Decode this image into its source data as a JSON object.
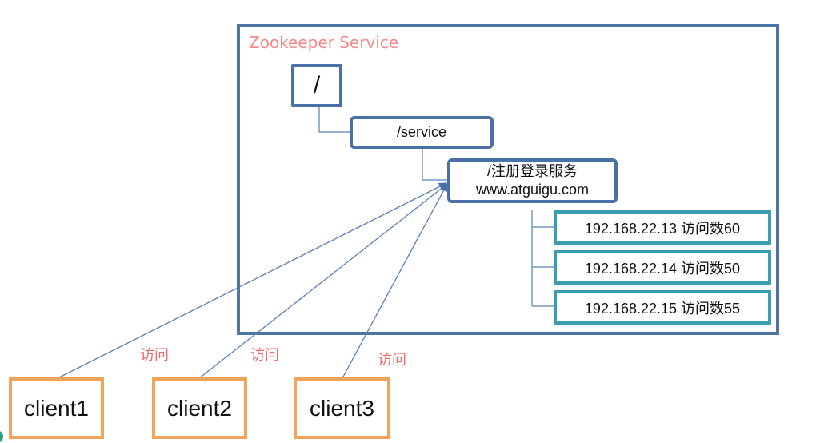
{
  "top_title_fragment": "",
  "service": {
    "title": "Zookeeper Service",
    "root": "/",
    "service_node": "/service",
    "register_node": {
      "line1": "/注册登录服务",
      "line2": "www.atguigu.com"
    },
    "servers": [
      {
        "label": "192.168.22.13  访问数60"
      },
      {
        "label": "192.168.22.14 访问数50"
      },
      {
        "label": "192.168.22.15 访问数55"
      }
    ]
  },
  "clients": [
    {
      "label": "client1",
      "access_label": "访问"
    },
    {
      "label": "client2",
      "access_label": "访问"
    },
    {
      "label": "client3",
      "access_label": "访问"
    }
  ],
  "colors": {
    "frame": "#4e73a5",
    "node_border": "#4a70a8",
    "server_border": "#3b9eb0",
    "client_border": "#f0a35a",
    "access_text": "#f06a6a",
    "service_title": "#f58a88"
  }
}
